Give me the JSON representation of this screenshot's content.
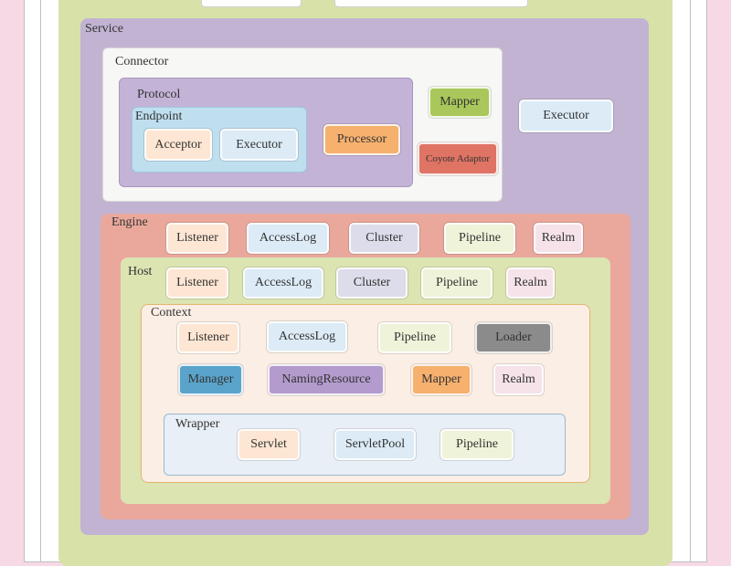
{
  "service": {
    "label": "Service",
    "connector": {
      "label": "Connector",
      "protocol": {
        "label": "Protocol",
        "endpoint": {
          "label": "Endpoint",
          "acceptor": "Acceptor",
          "executor": "Executor"
        },
        "processor": "Processor"
      },
      "mapper": "Mapper",
      "coyote_adaptor": "Coyote Adaptor"
    },
    "executor": "Executor",
    "engine": {
      "label": "Engine",
      "items": [
        "Listener",
        "AccessLog",
        "Cluster",
        "Pipeline",
        "Realm"
      ],
      "host": {
        "label": "Host",
        "items": [
          "Listener",
          "AccessLog",
          "Cluster",
          "Pipeline",
          "Realm"
        ],
        "context": {
          "label": "Context",
          "row1": [
            "Listener",
            "AccessLog",
            "Pipeline",
            "Loader"
          ],
          "row2": [
            "Manager",
            "NamingResource",
            "Mapper",
            "Realm"
          ],
          "wrapper": {
            "label": "Wrapper",
            "items": [
              "Servlet",
              "ServletPool",
              "Pipeline"
            ]
          }
        }
      }
    }
  },
  "colors": {
    "background": "#f7d9e6",
    "server_frame": "#ffffff",
    "outer_green": "#d8e2a8",
    "service": "#c2b3d2",
    "connector": "#f7f7f5",
    "protocol": "#c3b3d6",
    "endpoint": "#bfdfef",
    "engine": "#eaa89c",
    "host": "#dce4b2",
    "context": "#fbeee4",
    "wrapper": "#e9eff6"
  }
}
